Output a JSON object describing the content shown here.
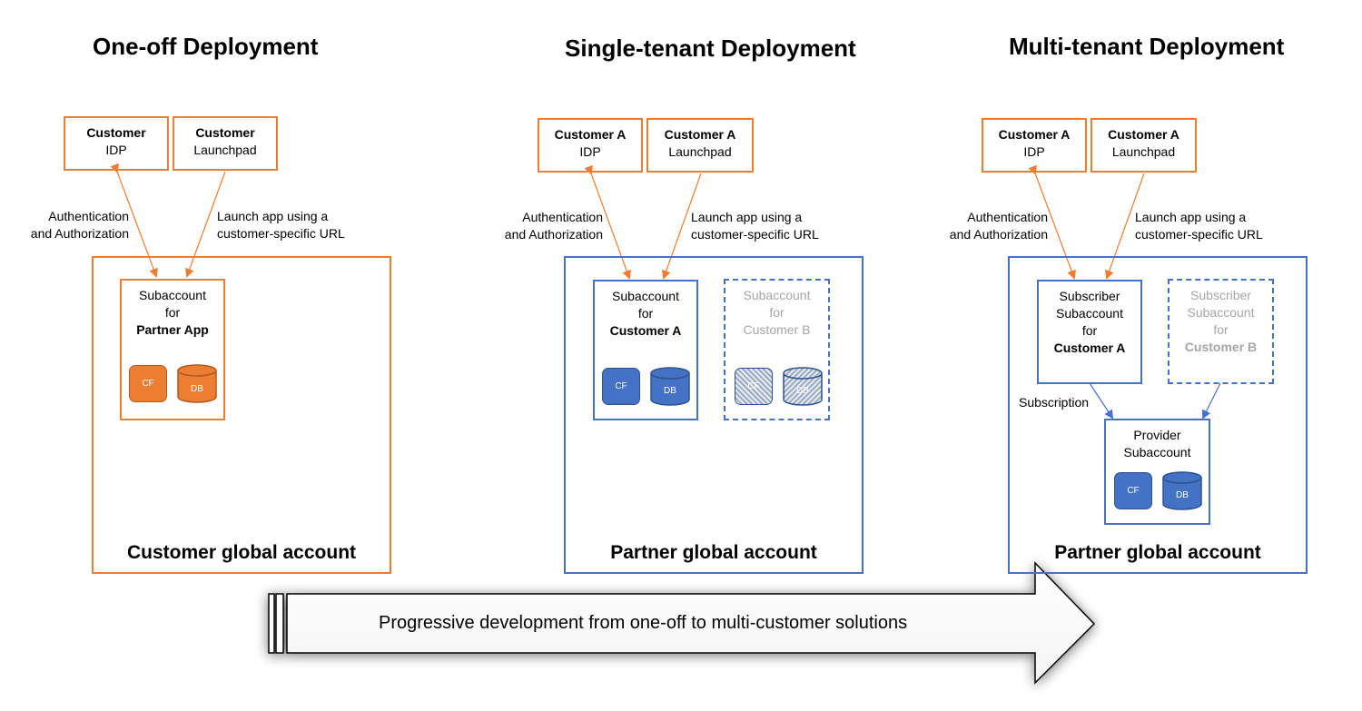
{
  "colors": {
    "orange": "#ED7D31",
    "blue": "#4472C4",
    "grey_text": "#A6A6A6"
  },
  "oneoff": {
    "title": "One-off Deployment",
    "idp": {
      "line1": "Customer",
      "line2": "IDP"
    },
    "launchpad": {
      "line1": "Customer",
      "line2": "Launchpad"
    },
    "auth_label": {
      "line1": "Authentication",
      "line2": "and Authorization"
    },
    "launch_label": {
      "line1": "Launch app using a",
      "line2": "customer-specific URL"
    },
    "subaccount": {
      "line1": "Subaccount",
      "line2": "for",
      "line3": "Partner App"
    },
    "cf": "CF",
    "db": "DB",
    "account": "Customer global account"
  },
  "single": {
    "title": "Single-tenant Deployment",
    "idp": {
      "line1": "Customer A",
      "line2": "IDP"
    },
    "launchpad": {
      "line1": "Customer A",
      "line2": "Launchpad"
    },
    "auth_label": {
      "line1": "Authentication",
      "line2": "and Authorization"
    },
    "launch_label": {
      "line1": "Launch app using a",
      "line2": "customer-specific URL"
    },
    "subaccount_a": {
      "line1": "Subaccount",
      "line2": "for",
      "line3": "Customer A"
    },
    "subaccount_b": {
      "line1": "Subaccount",
      "line2": "for",
      "line3": "Customer B"
    },
    "cf": "CF",
    "db": "DB",
    "account": "Partner global account"
  },
  "multi": {
    "title": "Multi-tenant Deployment",
    "idp": {
      "line1": "Customer A",
      "line2": "IDP"
    },
    "launchpad": {
      "line1": "Customer A",
      "line2": "Launchpad"
    },
    "auth_label": {
      "line1": "Authentication",
      "line2": "and Authorization"
    },
    "launch_label": {
      "line1": "Launch app using a",
      "line2": "customer-specific URL"
    },
    "subscriber_a": {
      "line1": "Subscriber",
      "line2": "Subaccount",
      "line3": "for",
      "line4": "Customer A"
    },
    "subscriber_b": {
      "line1": "Subscriber",
      "line2": "Subaccount",
      "line3": "for",
      "line4": "Customer B"
    },
    "subscription_label": "Subscription",
    "provider": {
      "line1": "Provider",
      "line2": "Subaccount"
    },
    "cf": "CF",
    "db": "DB",
    "account": "Partner global account"
  },
  "progress_arrow": {
    "label": "Progressive development from one-off to multi-customer solutions"
  }
}
